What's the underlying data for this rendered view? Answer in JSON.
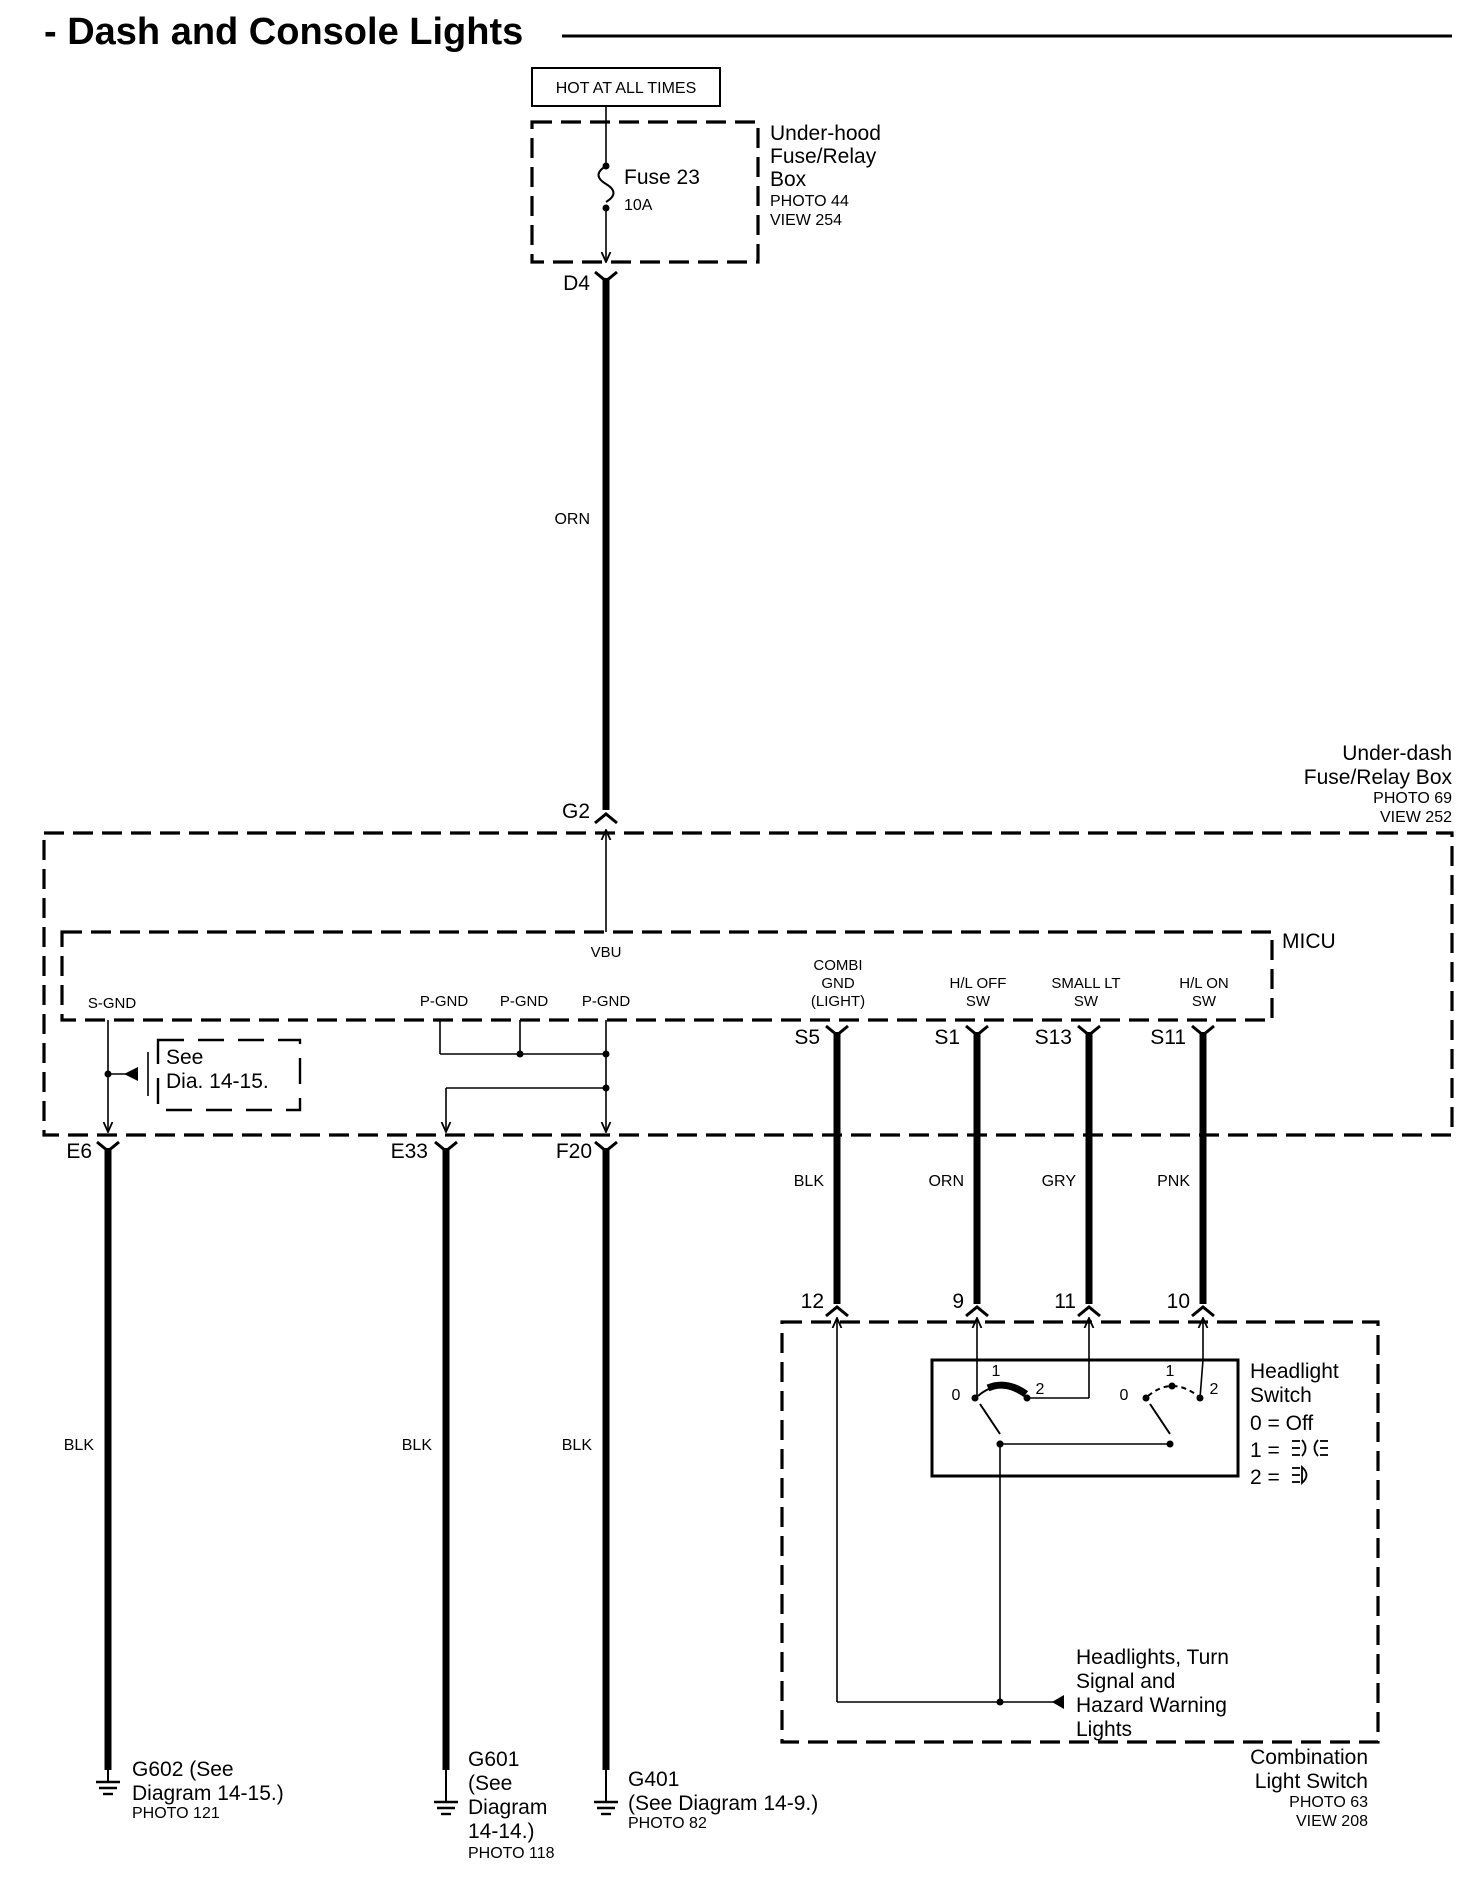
{
  "title": "- Dash and Console Lights",
  "hot_label": "HOT AT ALL TIMES",
  "underhood": {
    "name_lines": [
      "Under-hood",
      "Fuse/Relay",
      "Box"
    ],
    "photo": "PHOTO 44",
    "view": "VIEW 254",
    "fuse_name": "Fuse 23",
    "fuse_rating": "10A",
    "pin_out": "D4"
  },
  "wire_orn_main": "ORN",
  "underdash": {
    "name_lines": [
      "Under-dash",
      "Fuse/Relay Box"
    ],
    "photo": "PHOTO 69",
    "view": "VIEW 252",
    "pin_in": "G2"
  },
  "micu": {
    "name": "MICU",
    "vbu": "VBU",
    "sgnd": "S-GND",
    "pgnd": [
      "P-GND",
      "P-GND",
      "P-GND"
    ],
    "combi_lines": [
      "COMBI",
      "GND",
      "(LIGHT)"
    ],
    "hloff_lines": [
      "H/L OFF",
      "SW"
    ],
    "smalllt_lines": [
      "SMALL LT",
      "SW"
    ],
    "hlon_lines": [
      "H/L ON",
      "SW"
    ]
  },
  "see_note": [
    "See",
    "Dia. 14-15."
  ],
  "micu_pins": [
    "S5",
    "S1",
    "S13",
    "S11"
  ],
  "bottom_pins": [
    "E6",
    "E33",
    "F20"
  ],
  "wires": {
    "s5": "BLK",
    "s1": "ORN",
    "s13": "GRY",
    "s11": "PNK",
    "e6": "BLK",
    "e33": "BLK",
    "f20": "BLK"
  },
  "switch_pins": [
    "12",
    "9",
    "11",
    "10"
  ],
  "headlight_switch": {
    "name_lines": [
      "Headlight",
      "Switch"
    ],
    "legend": [
      "0 = Off",
      "1 =",
      "2 ="
    ],
    "pos_left": [
      "0",
      "1",
      "2"
    ],
    "pos_right": [
      "0",
      "1",
      "2"
    ]
  },
  "headlights_note": [
    "Headlights, Turn",
    "Signal and",
    "Hazard Warning",
    "Lights"
  ],
  "combination": {
    "name_lines": [
      "Combination",
      "Light Switch"
    ],
    "photo": "PHOTO 63",
    "view": "VIEW 208"
  },
  "grounds": {
    "g602": {
      "lines": [
        "G602 (See",
        "Diagram 14-15.)"
      ],
      "photo": "PHOTO 121"
    },
    "g601": {
      "lines": [
        "G601",
        "(See",
        "Diagram",
        "14-14.)"
      ],
      "photo": "PHOTO 118"
    },
    "g401": {
      "lines": [
        "G401",
        "(See Diagram 14-9.)"
      ],
      "photo": "PHOTO 82"
    }
  }
}
